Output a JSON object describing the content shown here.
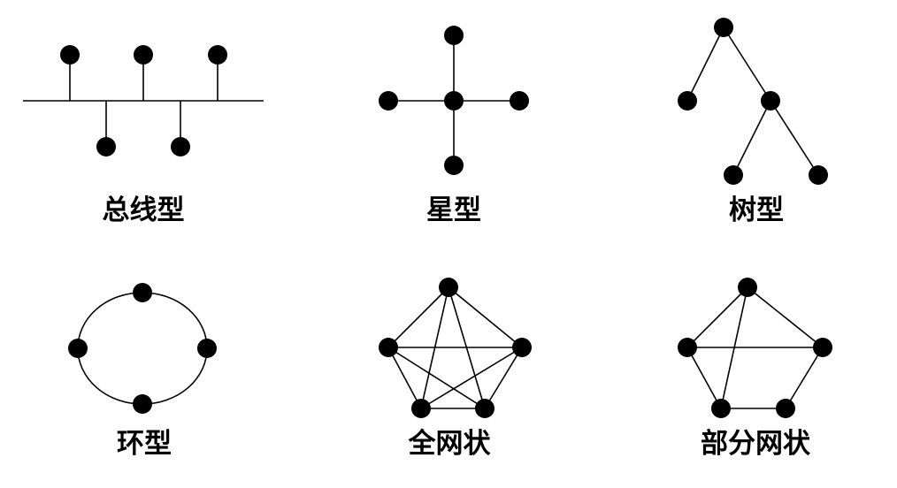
{
  "topologies": [
    {
      "id": "bus",
      "label": "总线型"
    },
    {
      "id": "star",
      "label": "星型"
    },
    {
      "id": "tree",
      "label": "树型"
    },
    {
      "id": "ring",
      "label": "环型"
    },
    {
      "id": "full-mesh",
      "label": "全网状"
    },
    {
      "id": "partial-mesh",
      "label": "部分网状"
    }
  ],
  "colors": {
    "node": "#000000",
    "edge": "#000000",
    "background": "#ffffff"
  }
}
